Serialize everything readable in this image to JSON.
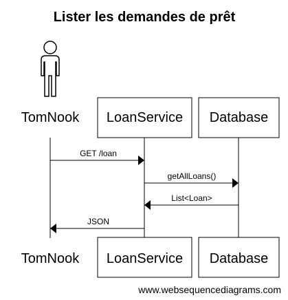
{
  "diagram": {
    "title": "Lister les demandes de prêt",
    "participants": {
      "actor": "TomNook",
      "service": "LoanService",
      "database": "Database"
    },
    "messages": [
      {
        "label": "GET /loan",
        "from": "TomNook",
        "to": "LoanService"
      },
      {
        "label": "getAllLoans()",
        "from": "LoanService",
        "to": "Database"
      },
      {
        "label": "List<Loan>",
        "from": "Database",
        "to": "LoanService"
      },
      {
        "label": "JSON",
        "from": "LoanService",
        "to": "TomNook"
      }
    ],
    "watermark": "www.websequencediagrams.com"
  }
}
